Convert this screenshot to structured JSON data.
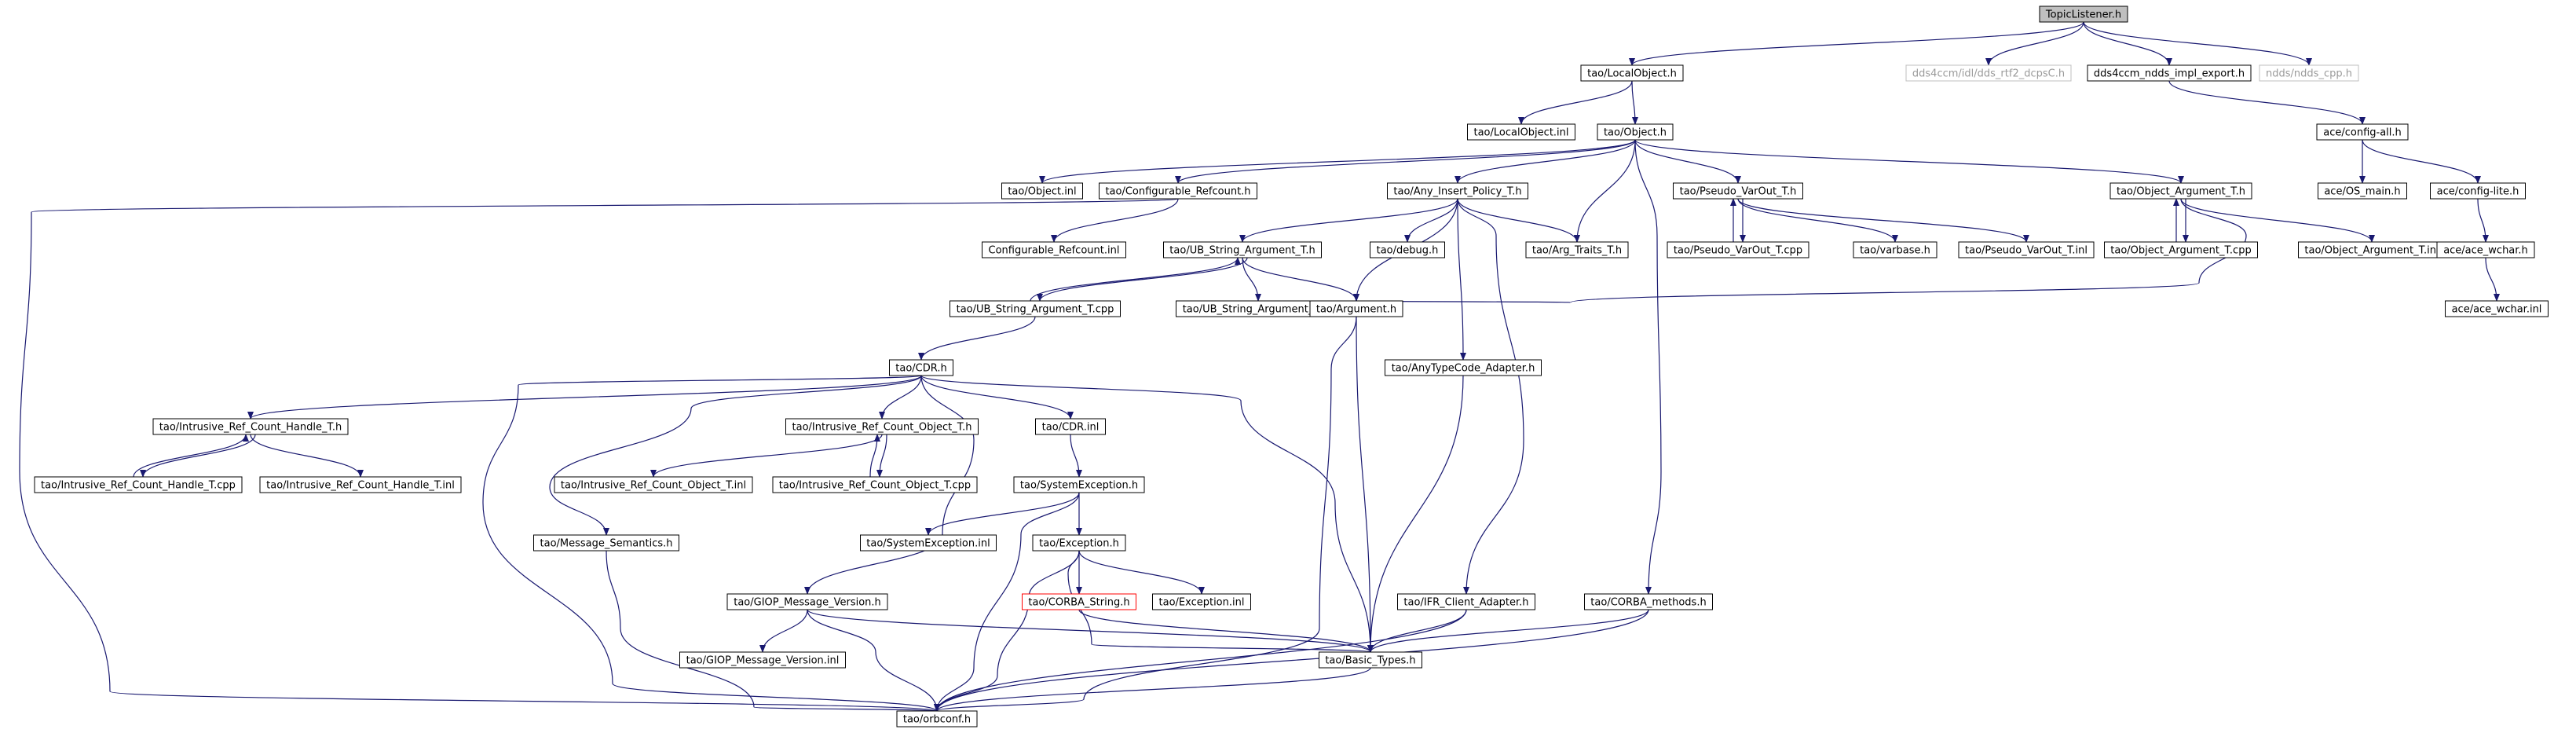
{
  "diagram": {
    "title": "",
    "colors": {
      "edge": "#191970",
      "node_border": "#000000",
      "root_fill": "#bfbfbf",
      "missing_border": "#bfbfbf",
      "truncated_border": "#ff0000"
    },
    "nodes": [
      {
        "id": "TopicListener_h",
        "label": "TopicListener.h",
        "style": "root"
      },
      {
        "id": "LocalObject_h",
        "label": "tao/LocalObject.h"
      },
      {
        "id": "dds_rtf2",
        "label": "dds4ccm/idl/dds_rtf2_dcpsC.h",
        "style": "grey"
      },
      {
        "id": "ndds_impl_export",
        "label": "dds4ccm_ndds_impl_export.h"
      },
      {
        "id": "ndds_cpp",
        "label": "ndds/ndds_cpp.h",
        "style": "grey"
      },
      {
        "id": "LocalObject_inl",
        "label": "tao/LocalObject.inl"
      },
      {
        "id": "Object_h",
        "label": "tao/Object.h"
      },
      {
        "id": "config_all",
        "label": "ace/config-all.h"
      },
      {
        "id": "Object_inl",
        "label": "tao/Object.inl"
      },
      {
        "id": "Configurable_Refcount_h",
        "label": "tao/Configurable_Refcount.h"
      },
      {
        "id": "Any_Insert_Policy",
        "label": "tao/Any_Insert_Policy_T.h"
      },
      {
        "id": "Pseudo_VarOut_h",
        "label": "tao/Pseudo_VarOut_T.h"
      },
      {
        "id": "Object_Argument_h",
        "label": "tao/Object_Argument_T.h"
      },
      {
        "id": "OS_main",
        "label": "ace/OS_main.h"
      },
      {
        "id": "config_lite",
        "label": "ace/config-lite.h"
      },
      {
        "id": "Configurable_Refcount_inl",
        "label": "Configurable_Refcount.inl"
      },
      {
        "id": "UB_String_h",
        "label": "tao/UB_String_Argument_T.h"
      },
      {
        "id": "debug_h",
        "label": "tao/debug.h"
      },
      {
        "id": "Arg_Traits",
        "label": "tao/Arg_Traits_T.h"
      },
      {
        "id": "Pseudo_VarOut_cpp",
        "label": "tao/Pseudo_VarOut_T.cpp"
      },
      {
        "id": "varbase",
        "label": "tao/varbase.h"
      },
      {
        "id": "Pseudo_VarOut_inl",
        "label": "tao/Pseudo_VarOut_T.inl"
      },
      {
        "id": "Object_Argument_cpp",
        "label": "tao/Object_Argument_T.cpp"
      },
      {
        "id": "Object_Argument_inl",
        "label": "tao/Object_Argument_T.inl"
      },
      {
        "id": "ace_wchar_h",
        "label": "ace/ace_wchar.h"
      },
      {
        "id": "UB_String_cpp",
        "label": "tao/UB_String_Argument_T.cpp"
      },
      {
        "id": "UB_String_inl",
        "label": "tao/UB_String_Argument_T.inl"
      },
      {
        "id": "Argument_h",
        "label": "tao/Argument.h"
      },
      {
        "id": "ace_wchar_inl",
        "label": "ace/ace_wchar.inl"
      },
      {
        "id": "CDR_h",
        "label": "tao/CDR.h"
      },
      {
        "id": "AnyTypeCode_Adapter",
        "label": "tao/AnyTypeCode_Adapter.h"
      },
      {
        "id": "Intrusive_Handle_h",
        "label": "tao/Intrusive_Ref_Count_Handle_T.h"
      },
      {
        "id": "Intrusive_Object_h",
        "label": "tao/Intrusive_Ref_Count_Object_T.h"
      },
      {
        "id": "CDR_inl",
        "label": "tao/CDR.inl"
      },
      {
        "id": "Intrusive_Handle_cpp",
        "label": "tao/Intrusive_Ref_Count_Handle_T.cpp"
      },
      {
        "id": "Intrusive_Handle_inl",
        "label": "tao/Intrusive_Ref_Count_Handle_T.inl"
      },
      {
        "id": "Intrusive_Object_inl",
        "label": "tao/Intrusive_Ref_Count_Object_T.inl"
      },
      {
        "id": "Intrusive_Object_cpp",
        "label": "tao/Intrusive_Ref_Count_Object_T.cpp"
      },
      {
        "id": "SystemException_h",
        "label": "tao/SystemException.h"
      },
      {
        "id": "Message_Semantics",
        "label": "tao/Message_Semantics.h"
      },
      {
        "id": "SystemException_inl",
        "label": "tao/SystemException.inl"
      },
      {
        "id": "Exception_h",
        "label": "tao/Exception.h"
      },
      {
        "id": "GIOP_Version_h",
        "label": "tao/GIOP_Message_Version.h"
      },
      {
        "id": "CORBA_String",
        "label": "tao/CORBA_String.h",
        "style": "red"
      },
      {
        "id": "Exception_inl",
        "label": "tao/Exception.inl"
      },
      {
        "id": "IFR_Client_Adapter",
        "label": "tao/IFR_Client_Adapter.h"
      },
      {
        "id": "CORBA_methods",
        "label": "tao/CORBA_methods.h"
      },
      {
        "id": "Basic_Types",
        "label": "tao/Basic_Types.h"
      },
      {
        "id": "GIOP_Version_inl",
        "label": "tao/GIOP_Message_Version.inl"
      },
      {
        "id": "orbconf",
        "label": "tao/orbconf.h"
      }
    ],
    "edges": [
      [
        "TopicListener_h",
        "LocalObject_h"
      ],
      [
        "TopicListener_h",
        "dds_rtf2"
      ],
      [
        "TopicListener_h",
        "ndds_impl_export"
      ],
      [
        "TopicListener_h",
        "ndds_cpp"
      ],
      [
        "LocalObject_h",
        "LocalObject_inl"
      ],
      [
        "LocalObject_h",
        "Object_h"
      ],
      [
        "ndds_impl_export",
        "config_all"
      ],
      [
        "Object_h",
        "Object_inl"
      ],
      [
        "Object_h",
        "Configurable_Refcount_h"
      ],
      [
        "Object_h",
        "Any_Insert_Policy"
      ],
      [
        "Object_h",
        "Arg_Traits"
      ],
      [
        "Object_h",
        "Pseudo_VarOut_h"
      ],
      [
        "Object_h",
        "Object_Argument_h"
      ],
      [
        "Object_h",
        "CORBA_methods"
      ],
      [
        "config_all",
        "OS_main"
      ],
      [
        "config_all",
        "config_lite"
      ],
      [
        "Configurable_Refcount_h",
        "Configurable_Refcount_inl"
      ],
      [
        "Configurable_Refcount_h",
        "orbconf"
      ],
      [
        "Any_Insert_Policy",
        "UB_String_h"
      ],
      [
        "Any_Insert_Policy",
        "debug_h"
      ],
      [
        "Any_Insert_Policy",
        "Arg_Traits"
      ],
      [
        "Any_Insert_Policy",
        "Argument_h"
      ],
      [
        "Any_Insert_Policy",
        "AnyTypeCode_Adapter"
      ],
      [
        "Any_Insert_Policy",
        "IFR_Client_Adapter"
      ],
      [
        "Pseudo_VarOut_h",
        "Pseudo_VarOut_cpp"
      ],
      [
        "Pseudo_VarOut_h",
        "varbase"
      ],
      [
        "Pseudo_VarOut_h",
        "Pseudo_VarOut_inl"
      ],
      [
        "Pseudo_VarOut_cpp",
        "Pseudo_VarOut_h"
      ],
      [
        "Object_Argument_h",
        "Object_Argument_cpp"
      ],
      [
        "Object_Argument_h",
        "Object_Argument_inl"
      ],
      [
        "Object_Argument_h",
        "Argument_h"
      ],
      [
        "Object_Argument_cpp",
        "Object_Argument_h"
      ],
      [
        "config_lite",
        "ace_wchar_h"
      ],
      [
        "ace_wchar_h",
        "ace_wchar_inl"
      ],
      [
        "UB_String_h",
        "UB_String_cpp"
      ],
      [
        "UB_String_h",
        "UB_String_inl"
      ],
      [
        "UB_String_h",
        "Argument_h"
      ],
      [
        "UB_String_cpp",
        "UB_String_h"
      ],
      [
        "UB_String_cpp",
        "CDR_h"
      ],
      [
        "Argument_h",
        "Basic_Types"
      ],
      [
        "Argument_h",
        "orbconf"
      ],
      [
        "AnyTypeCode_Adapter",
        "Basic_Types"
      ],
      [
        "CDR_h",
        "Intrusive_Handle_h"
      ],
      [
        "CDR_h",
        "Intrusive_Object_h"
      ],
      [
        "CDR_h",
        "CDR_inl"
      ],
      [
        "CDR_h",
        "Message_Semantics"
      ],
      [
        "CDR_h",
        "GIOP_Version_h"
      ],
      [
        "CDR_h",
        "Basic_Types"
      ],
      [
        "CDR_h",
        "orbconf"
      ],
      [
        "Intrusive_Handle_h",
        "Intrusive_Handle_cpp"
      ],
      [
        "Intrusive_Handle_h",
        "Intrusive_Handle_inl"
      ],
      [
        "Intrusive_Handle_cpp",
        "Intrusive_Handle_h"
      ],
      [
        "Intrusive_Object_h",
        "Intrusive_Object_inl"
      ],
      [
        "Intrusive_Object_h",
        "Intrusive_Object_cpp"
      ],
      [
        "Intrusive_Object_cpp",
        "Intrusive_Object_h"
      ],
      [
        "CDR_inl",
        "SystemException_h"
      ],
      [
        "SystemException_h",
        "SystemException_inl"
      ],
      [
        "SystemException_h",
        "Exception_h"
      ],
      [
        "SystemException_h",
        "orbconf"
      ],
      [
        "Exception_h",
        "CORBA_String"
      ],
      [
        "Exception_h",
        "Exception_inl"
      ],
      [
        "Exception_h",
        "Basic_Types"
      ],
      [
        "Exception_h",
        "orbconf"
      ],
      [
        "CORBA_String",
        "Basic_Types"
      ],
      [
        "Message_Semantics",
        "orbconf"
      ],
      [
        "GIOP_Version_h",
        "GIOP_Version_inl"
      ],
      [
        "GIOP_Version_h",
        "Basic_Types"
      ],
      [
        "GIOP_Version_h",
        "orbconf"
      ],
      [
        "IFR_Client_Adapter",
        "Basic_Types"
      ],
      [
        "IFR_Client_Adapter",
        "orbconf"
      ],
      [
        "CORBA_methods",
        "Basic_Types"
      ],
      [
        "CORBA_methods",
        "orbconf"
      ],
      [
        "Basic_Types",
        "orbconf"
      ]
    ]
  }
}
